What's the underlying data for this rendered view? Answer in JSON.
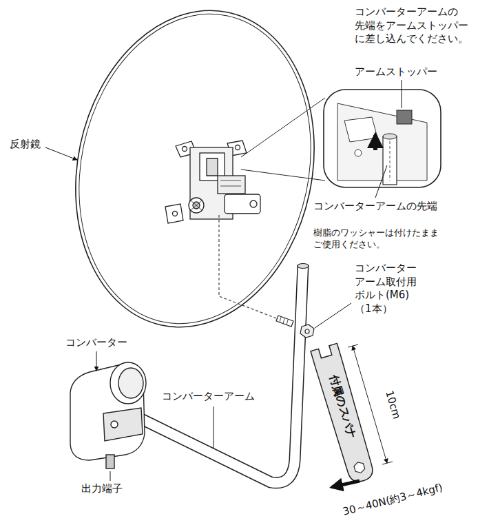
{
  "diagram": {
    "labels": [
      "コンバーターアームの 先端をアームストッパー に差し込んでください。",
      "アームストッパー",
      "反射鏡",
      "コンバーターアームの先端",
      "樹脂のワッシャーは付けたまま ご使用ください。",
      "コンバーター アーム取付用 ボルト(M6) （1本）",
      "コンバーター",
      "コンバーターアーム",
      "付属のスパナ",
      "10cm",
      "30～40N(約3～4kgf)",
      "出力端子"
    ]
  }
}
